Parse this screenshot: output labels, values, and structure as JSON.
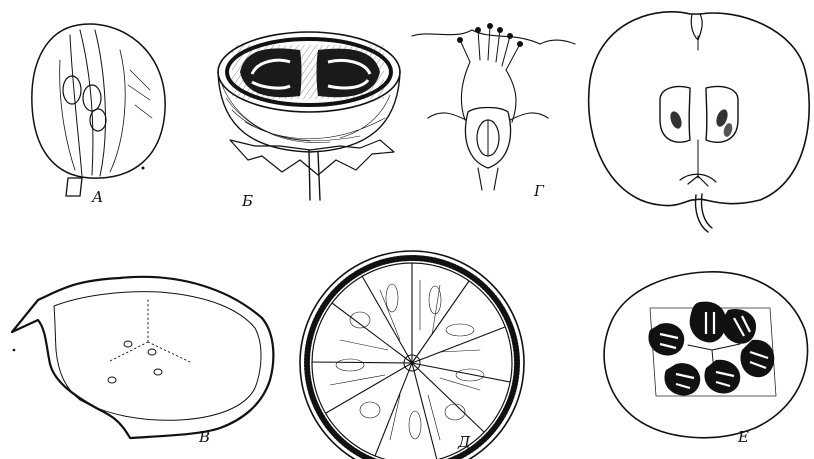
{
  "plate": {
    "figures": [
      {
        "id": "a",
        "label": "А",
        "subject": "grape-berry-section"
      },
      {
        "id": "b",
        "label": "Б",
        "subject": "tomato-half"
      },
      {
        "id": "v",
        "label": "В",
        "subject": "fruit-cross-section-three-carpels"
      },
      {
        "id": "g",
        "label": "Г",
        "subject": "flower-longitudinal-section"
      },
      {
        "id": "d",
        "label": "Д",
        "subject": "citrus-cross-section"
      },
      {
        "id": "e",
        "label": "Е",
        "subject": "cucumber-cross-section"
      },
      {
        "id": "apple",
        "label": "",
        "subject": "apple-longitudinal-section"
      }
    ],
    "colors": {
      "ink": "#111111",
      "paper": "#ffffff"
    }
  }
}
